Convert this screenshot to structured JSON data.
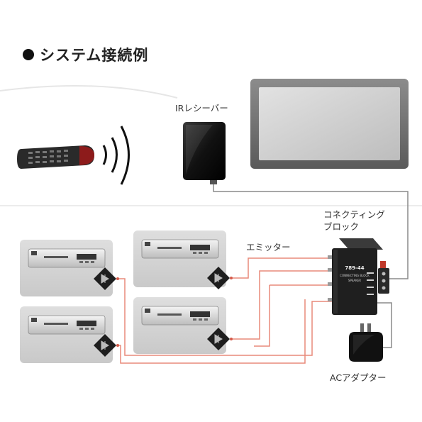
{
  "heading": "システム接続例",
  "labels": {
    "ir_receiver": "IRレシーバー",
    "connecting_block_line1": "コネクティング",
    "connecting_block_line2": "ブロック",
    "emitter": "エミッター",
    "ac_adapter": "ACアダプター"
  },
  "block_text": {
    "model": "789-44",
    "line2": "CONNECTING BLOCK",
    "line3": "SPEAKER"
  },
  "colors": {
    "cable_red": "#e88a7a",
    "cable_gray": "#8a8a8a",
    "device_panel": "#d6d6d6"
  }
}
